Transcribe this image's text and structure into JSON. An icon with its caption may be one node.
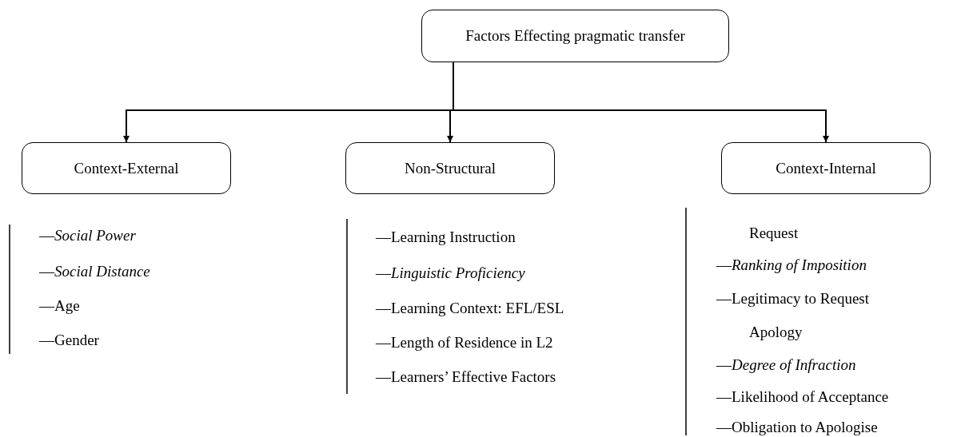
{
  "diagram": {
    "nodes": [
      {
        "text": [
          "Factors Effecting pragmatic transfer"
        ]
      },
      {
        "text": [
          "Context-External"
        ]
      },
      {
        "text": [
          "Non-Structural"
        ]
      },
      {
        "text": [
          "Context-Internal"
        ]
      }
    ],
    "edges": [
      {
        "from": 0,
        "to": 1,
        "arrow": "to"
      },
      {
        "from": 0,
        "to": 2,
        "arrow": "to"
      },
      {
        "from": 0,
        "to": 3,
        "arrow": "to"
      }
    ],
    "labels": [
      "—*Social Power*",
      "—*Social Distance*",
      "—Age",
      "—Gender",
      "—Learning Instruction",
      "—*Linguistic Proficiency*",
      "—Learning Context: EFL/ESL",
      "—Length of Residence in L2",
      "—Learners’ Effective Factors",
      "Request",
      "—*Ranking of Imposition*",
      "—Legitimacy to Request",
      "Apology",
      "—*Degree of Infraction*",
      "—Likelihood of Acceptance",
      "—Obligation to Apologise"
    ]
  }
}
